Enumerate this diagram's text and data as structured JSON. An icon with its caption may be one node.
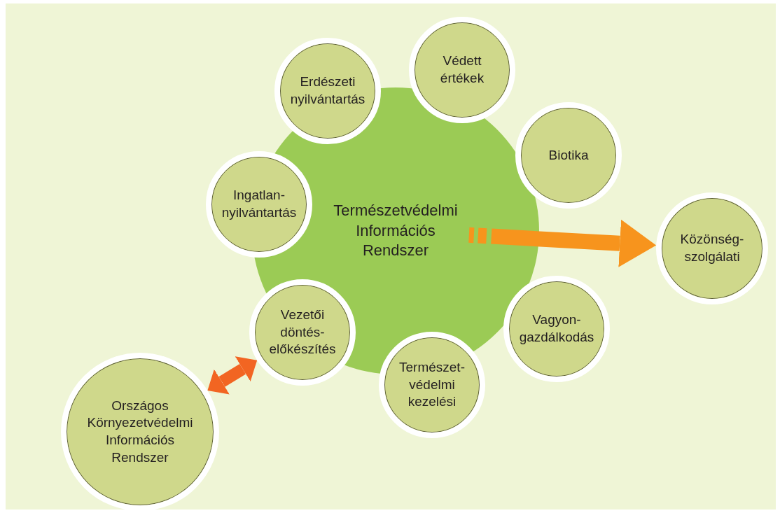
{
  "diagram": {
    "nodes": [
      {
        "text": [
          "Természetvédelmi Információs Rendszer"
        ]
      },
      {
        "text": [
          "Védett értékek"
        ]
      },
      {
        "text": [
          "Erdészeti nyilvántartás"
        ]
      },
      {
        "text": [
          "Biotika"
        ]
      },
      {
        "text": [
          "Ingatlan- nyilvántartás"
        ]
      },
      {
        "text": [
          "Közönség- szolgálati"
        ]
      },
      {
        "text": [
          "Vagyon- gazdálkodás"
        ]
      },
      {
        "text": [
          "Vezetői döntés- előkészítés"
        ]
      },
      {
        "text": [
          "Természet- védelmi kezelési"
        ]
      },
      {
        "text": [
          "Országos Környezetvédelmi Információs Rendszer"
        ]
      }
    ],
    "edges": [
      {
        "from": 0,
        "to": 5,
        "arrow": "to"
      },
      {
        "from": 9,
        "to": 7,
        "arrow": "both",
        "color": "#f26522"
      }
    ]
  }
}
